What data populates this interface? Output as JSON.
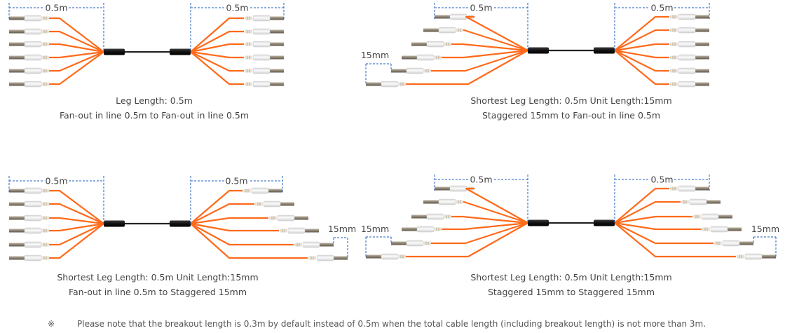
{
  "colors": {
    "fiber": "#ff6a1a",
    "trunk": "#222222",
    "boot": "#111111",
    "dimension_line": "#1f5fbf",
    "text": "#444444"
  },
  "panels": [
    {
      "id": "p1",
      "left_length_label": "0.5m",
      "right_length_label": "0.5m",
      "unit_label_left": "",
      "unit_label_right": "",
      "caption_line1": "Leg Length: 0.5m",
      "caption_line2": "Fan-out in line 0.5m to Fan-out in line 0.5m"
    },
    {
      "id": "p2",
      "left_length_label": "0.5m",
      "right_length_label": "0.5m",
      "unit_label_left": "15mm",
      "unit_label_right": "",
      "caption_line1": "Shortest Leg Length: 0.5m  Unit Length:15mm",
      "caption_line2": "Staggered 15mm to Fan-out in line 0.5m"
    },
    {
      "id": "p3",
      "left_length_label": "0.5m",
      "right_length_label": "0.5m",
      "unit_label_left": "",
      "unit_label_right": "15mm",
      "caption_line1": "Shortest Leg Length: 0.5m  Unit Length:15mm",
      "caption_line2": "Fan-out in line 0.5m to Staggered 15mm"
    },
    {
      "id": "p4",
      "left_length_label": "0.5m",
      "right_length_label": "0.5m",
      "unit_label_left": "15mm",
      "unit_label_right": "15mm",
      "caption_line1": "Shortest Leg Length: 0.5m  Unit Length:15mm",
      "caption_line2": "Staggered 15mm to Staggered 15mm"
    }
  ],
  "footnote": {
    "symbol": "※",
    "text": "Please note that the breakout length is 0.3m by default instead of 0.5m when the total cable length (including breakout length) is not more than 3m."
  }
}
